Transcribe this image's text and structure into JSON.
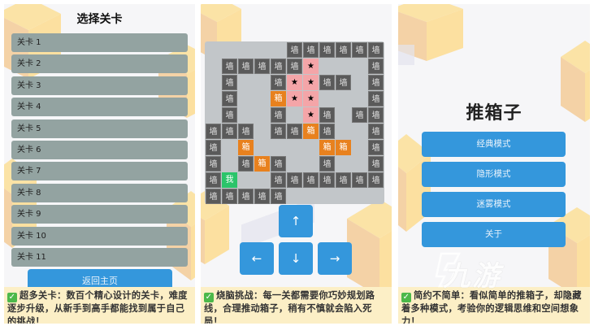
{
  "panel1": {
    "title": "选择关卡",
    "levels": [
      "关卡 1",
      "关卡 2",
      "关卡 3",
      "关卡 4",
      "关卡 5",
      "关卡 6",
      "关卡 7",
      "关卡 8",
      "关卡 9",
      "关卡 10",
      "关卡 11"
    ],
    "home_button": "返回主页",
    "caption": "超多关卡：数百个精心设计的关卡，难度逐步升级，从新手到高手都能找到属于自己的挑战！"
  },
  "panel2": {
    "board": {
      "cols": 11,
      "rows": 10,
      "legend": {
        "W": "墙",
        "B": "箱",
        "T": "★",
        "P": "我",
        ".": ""
      },
      "grid": [
        ".....WWWWWW",
        ".WWWWWT...W",
        ".W..WTTWW.W",
        ".W..BTT...W",
        ".W..W.TW.WW",
        "WWW.WWBW..W",
        "W.B....BB.W",
        "W.WBW..W..W",
        "WP..WWWWWWW",
        "WWWWW......"
      ]
    },
    "controls": {
      "up": "↑",
      "left": "←",
      "down": "↓",
      "right": "→"
    },
    "caption": "烧脑挑战：每一关都需要你巧妙规划路线，合理推动箱子，稍有不慎就会陷入死局！"
  },
  "panel3": {
    "title": "推箱子",
    "menu": [
      "经典模式",
      "隐形模式",
      "迷雾模式",
      "关于"
    ],
    "caption": "简约不简单：看似简单的推箱子，却隐藏着多种模式，考验你的逻辑思维和空间想象力！"
  },
  "watermark": "九游",
  "colors": {
    "button": "#3497dc",
    "level": "#93a3a1",
    "wall": "#5a5a5a",
    "box": "#e8811e",
    "target": "#f4a5a8",
    "player": "#2bc46a",
    "caption_bg": "#fcefc6"
  }
}
